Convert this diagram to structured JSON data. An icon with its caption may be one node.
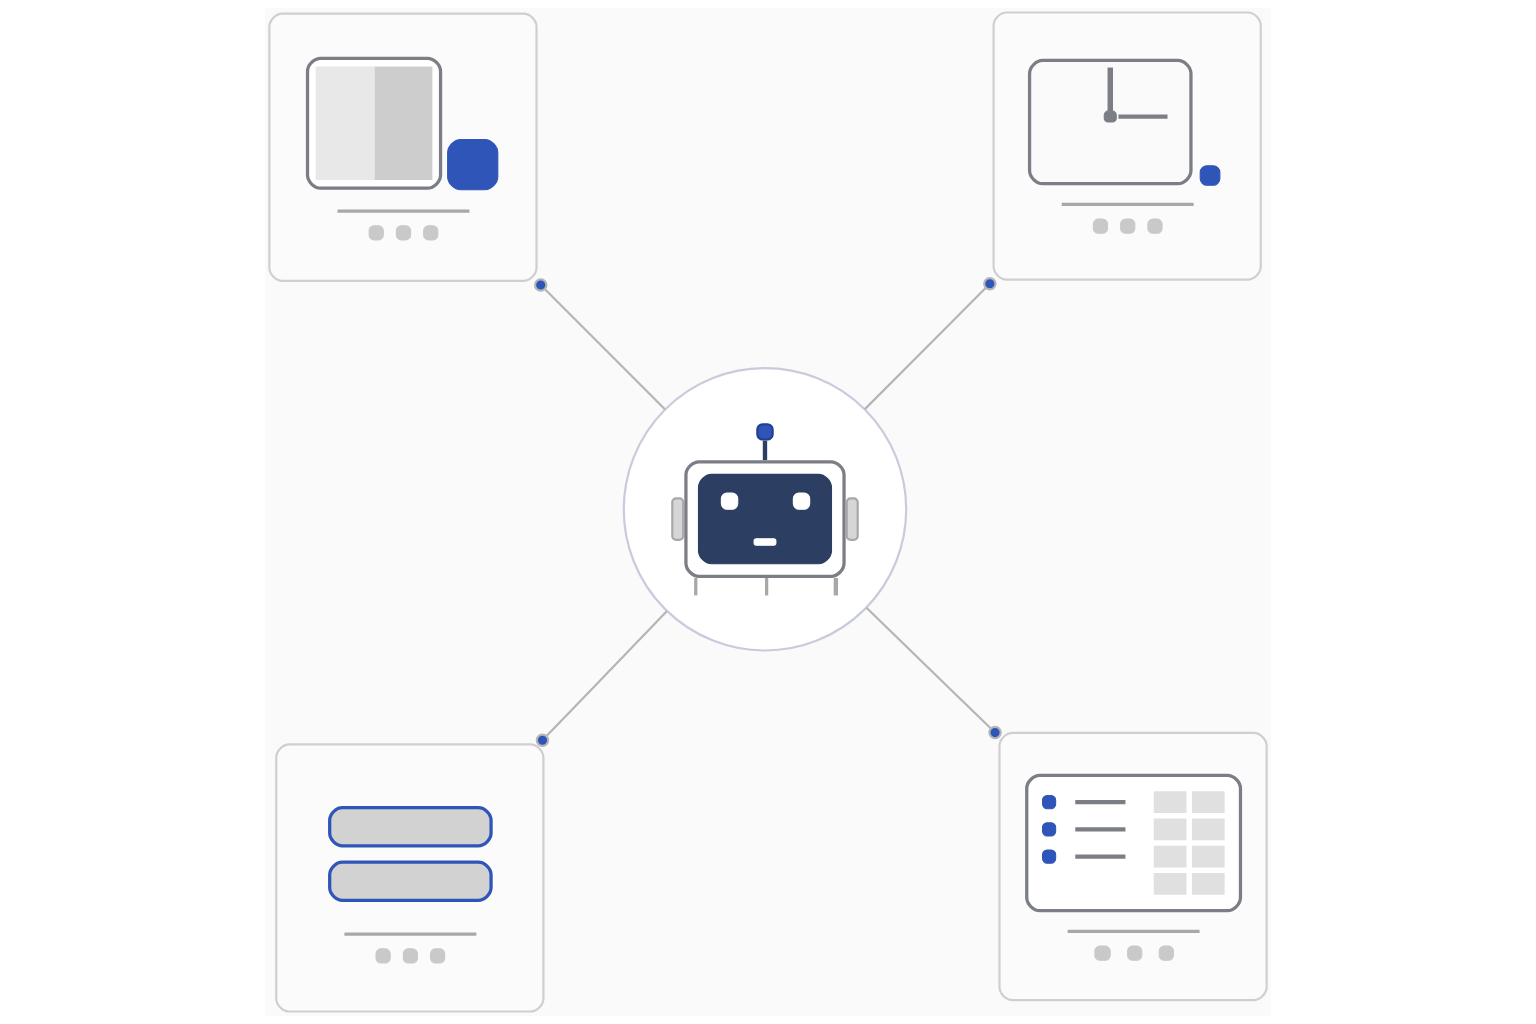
{
  "diagram": {
    "nodes": [
      {
        "text": [],
        "shape": "picture"
      },
      {
        "text": [],
        "shape": "picture"
      },
      {
        "text": [],
        "shape": "picture"
      },
      {
        "text": [],
        "shape": "picture"
      },
      {
        "text": [],
        "shape": "picture"
      }
    ],
    "edges": [
      {
        "from": 0,
        "to": 2,
        "arrow": "other"
      },
      {
        "from": 1,
        "to": 2,
        "arrow": "other"
      },
      {
        "from": 3,
        "to": 2,
        "arrow": "other"
      },
      {
        "from": 4,
        "to": 2,
        "arrow": "other"
      }
    ]
  }
}
